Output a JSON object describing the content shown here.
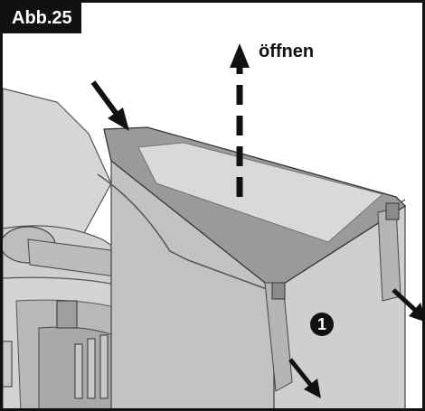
{
  "figure_label": "Abb.25",
  "caption": "öffnen",
  "part_marker": "1",
  "colors": {
    "frame": "#111111",
    "label_bg": "#111111",
    "label_text": "#ffffff",
    "part_gray": "#c9c9c9",
    "lid_gray": "#9a9a9a",
    "arrow": "#111111"
  },
  "icons": [
    "arrow-push-icon",
    "arrow-open-icon",
    "arrow-pull-icon"
  ]
}
